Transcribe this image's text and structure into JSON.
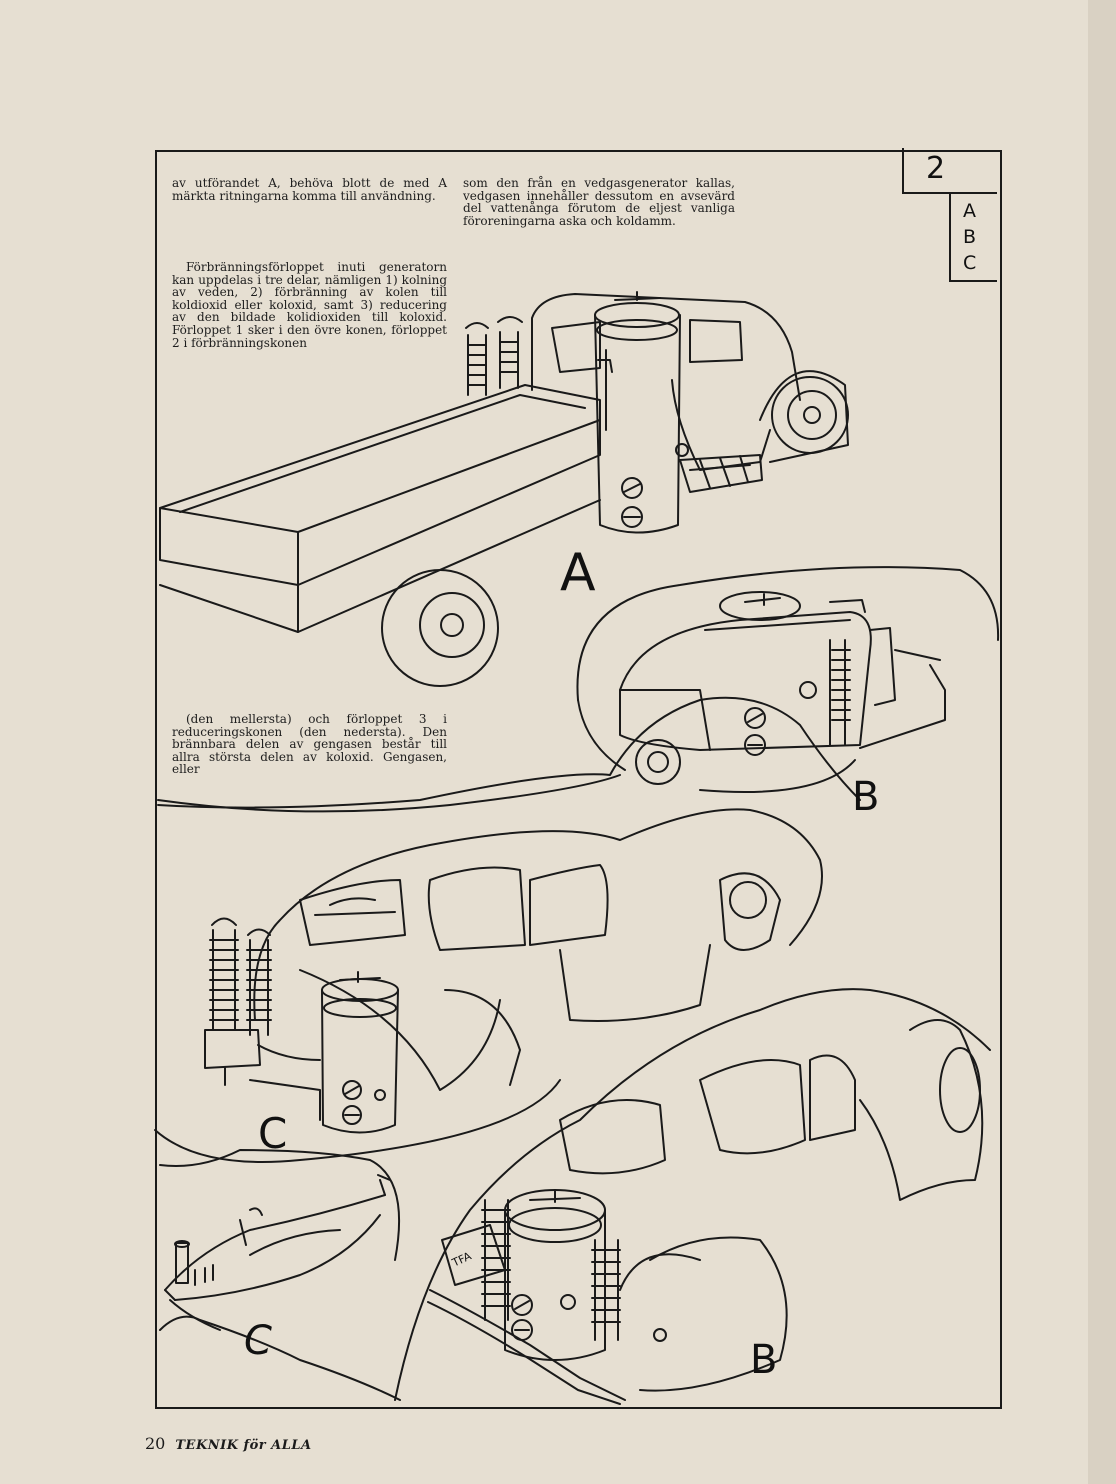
{
  "corner": {
    "number": "2",
    "letters": [
      "A",
      "B",
      "C"
    ]
  },
  "text": {
    "col1_top": "av utförandet A, behöva blott de med A märkta ritningarna komma till användning.",
    "col2_top": "som den från en vedgasgenerator kallas, vedgasen innehåller dessutom en avsevärd del vattenånga förutom de eljest vanliga föroreningarna aska och koldamm.",
    "col1_mid": "Förbränningsförloppet inuti generatorn kan uppdelas i tre delar, nämligen 1) kolning av veden, 2) förbränning av kolen till koldioxid eller koloxid, samt 3) reducering av den bildade kolidioxiden till koloxid. Förloppet 1 sker i den övre konen, förloppet 2 i förbränningskonen",
    "col1_low": "(den mellersta) och förloppet 3 i reduceringskonen (den nedersta). Den brännbara delen av gengasen består till allra största delen av koloxid. Gengasen, eller"
  },
  "figures": {
    "a": "A",
    "b_upper": "B",
    "c_upper": "C",
    "c_lower": "C",
    "b_lower": "B",
    "plate_text": "TFA"
  },
  "footer": {
    "page_number": "20",
    "magazine": "TEKNIK för ALLA"
  }
}
